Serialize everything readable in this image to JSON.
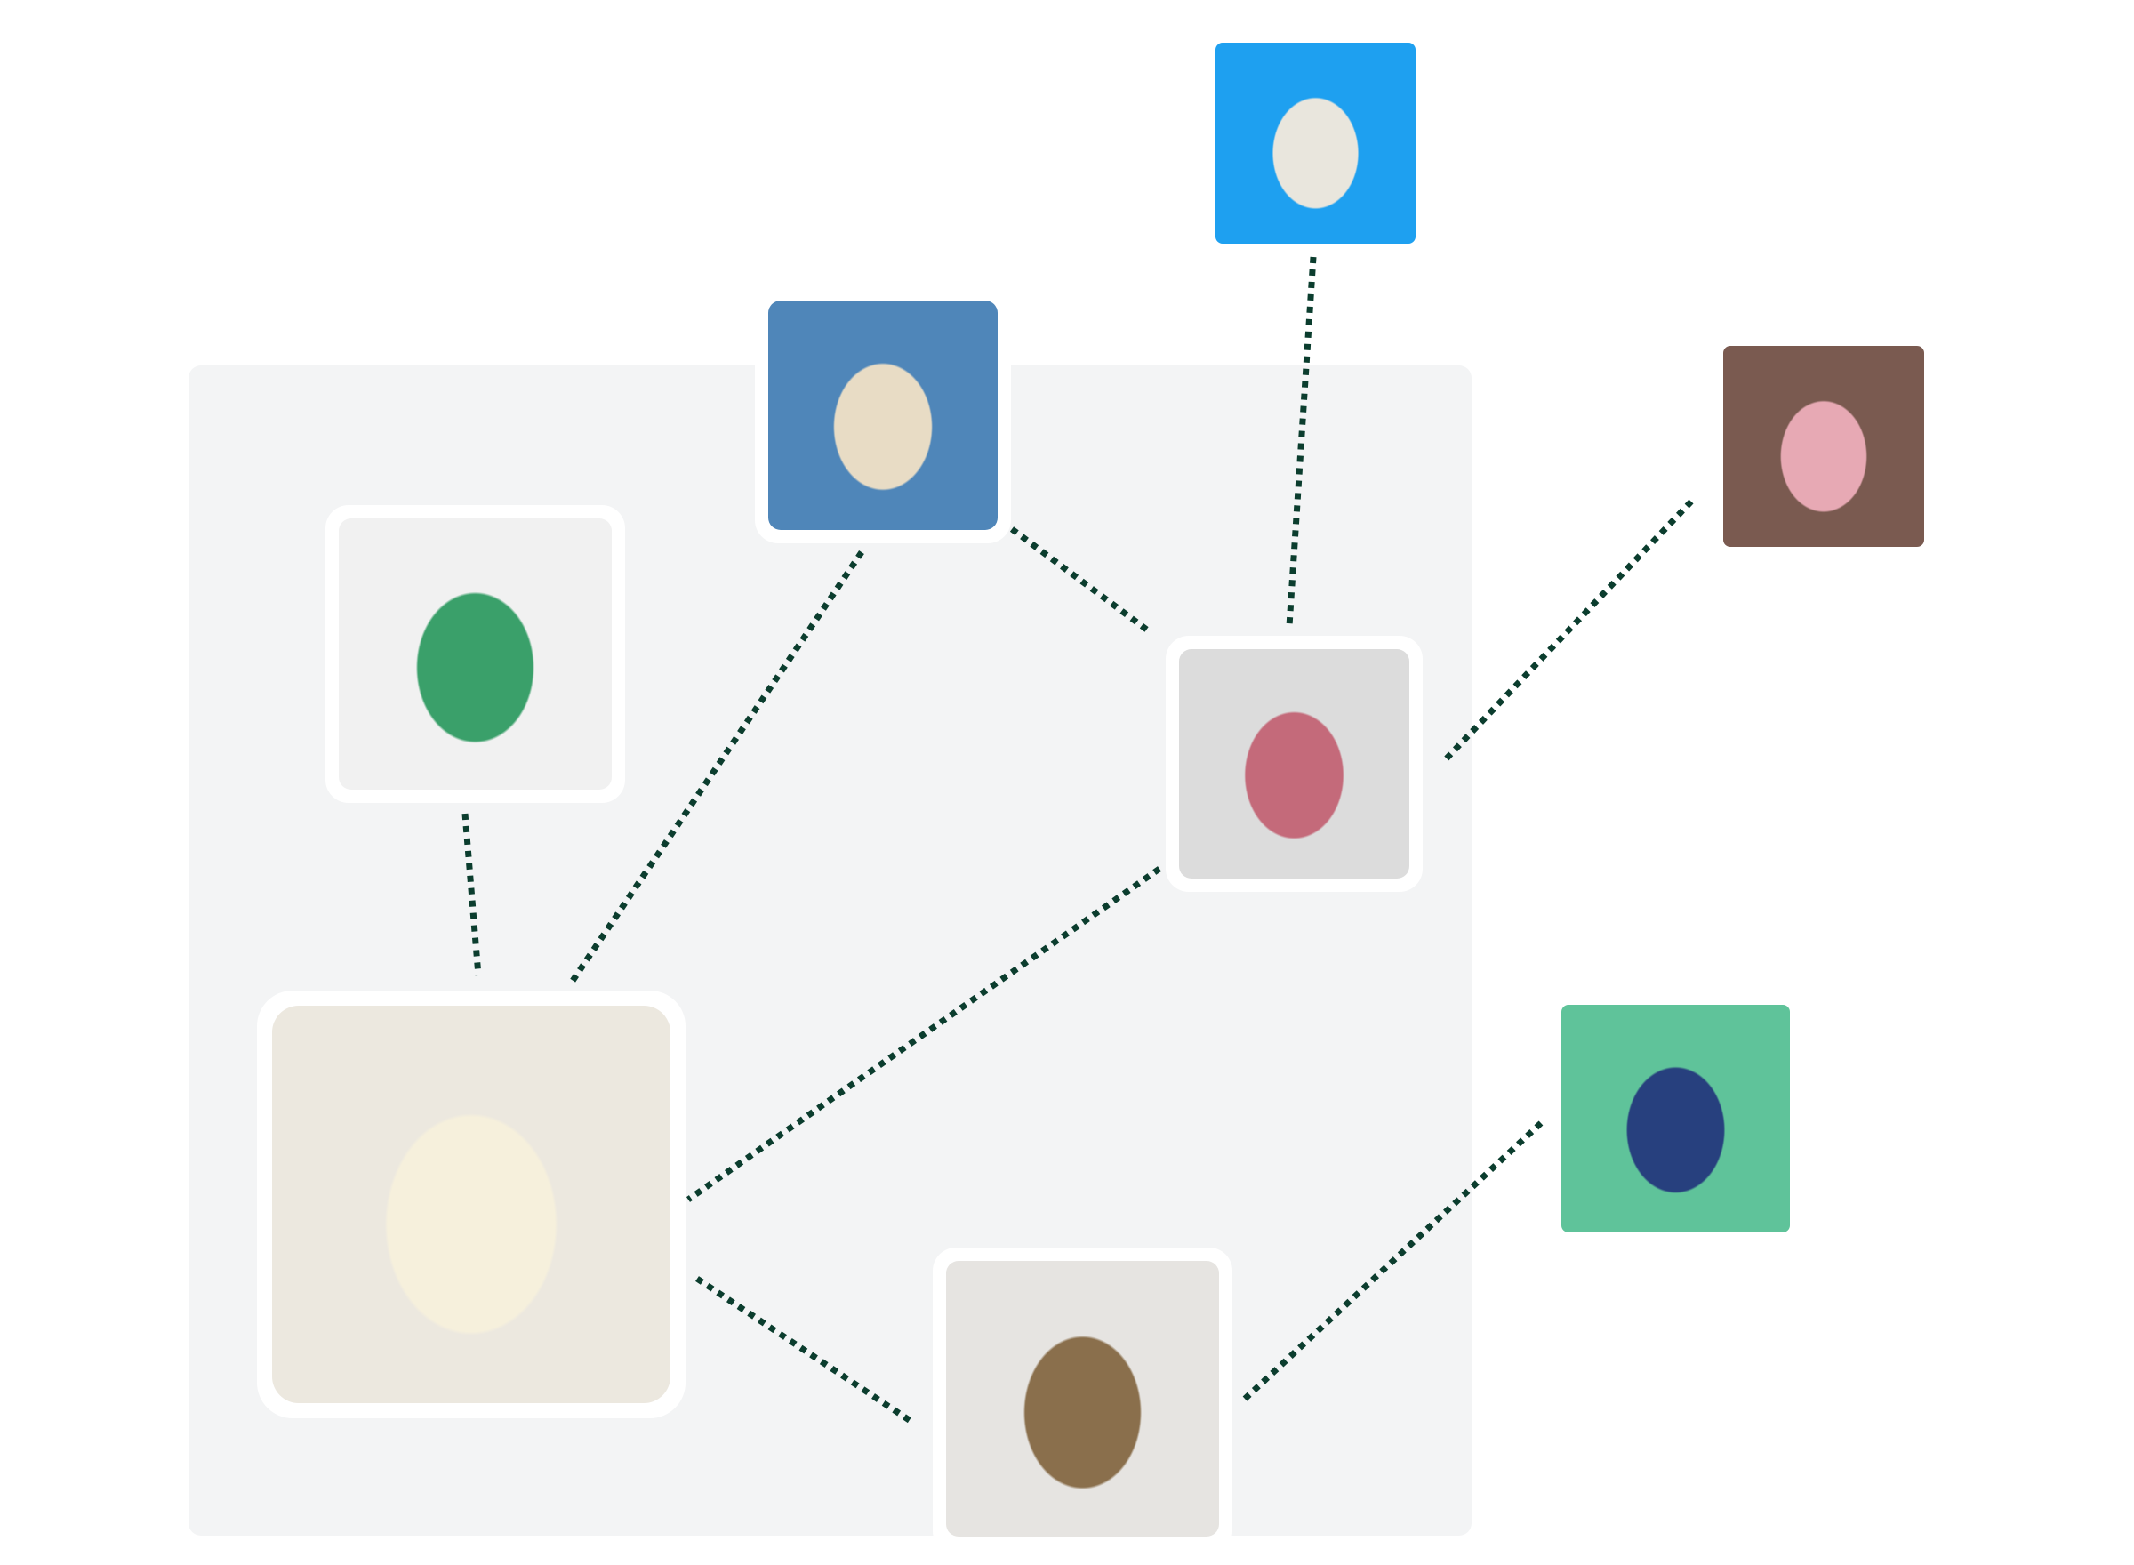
{
  "colors": {
    "background": "#ffffff",
    "panel": "#f3f4f5",
    "connector": "#0b3d2e",
    "card_border": "#ffffff"
  },
  "nodes": [
    {
      "id": "white-ruffle-dress",
      "icon": "product-photo",
      "palette": [
        "#ece8df",
        "#f6f0dc",
        "#d9b24a"
      ]
    },
    {
      "id": "green-pants-look",
      "icon": "product-photo",
      "palette": [
        "#f1f1f1",
        "#3aa06a",
        "#d84fa6"
      ]
    },
    {
      "id": "bucket-hat-look",
      "icon": "product-photo",
      "palette": [
        "#4f86b9",
        "#e8dcc5",
        "#e8b83a"
      ]
    },
    {
      "id": "striped-maxi-dress",
      "icon": "product-photo",
      "palette": [
        "#dcdcdc",
        "#c46a7a",
        "#5e8fb8"
      ]
    },
    {
      "id": "suede-jacket-look",
      "icon": "product-photo",
      "palette": [
        "#e6e4e1",
        "#8a6f4c",
        "#f2f0ec"
      ]
    },
    {
      "id": "striped-coat",
      "icon": "product-photo",
      "palette": [
        "#1ea0f0",
        "#e9e6dd",
        "#7a6a55"
      ]
    },
    {
      "id": "pink-heels",
      "icon": "product-photo",
      "palette": [
        "#7a5a50",
        "#e7a9b4",
        "#e9ddd6"
      ]
    },
    {
      "id": "blue-handbag",
      "icon": "product-photo",
      "palette": [
        "#5fc39a",
        "#27407e",
        "#5ed6d8"
      ]
    }
  ],
  "edges": [
    [
      "green-pants-look",
      "white-ruffle-dress"
    ],
    [
      "bucket-hat-look",
      "white-ruffle-dress"
    ],
    [
      "bucket-hat-look",
      "striped-maxi-dress"
    ],
    [
      "striped-coat",
      "striped-maxi-dress"
    ],
    [
      "pink-heels",
      "striped-maxi-dress"
    ],
    [
      "striped-maxi-dress",
      "white-ruffle-dress"
    ],
    [
      "white-ruffle-dress",
      "suede-jacket-look"
    ],
    [
      "blue-handbag",
      "suede-jacket-look"
    ]
  ]
}
